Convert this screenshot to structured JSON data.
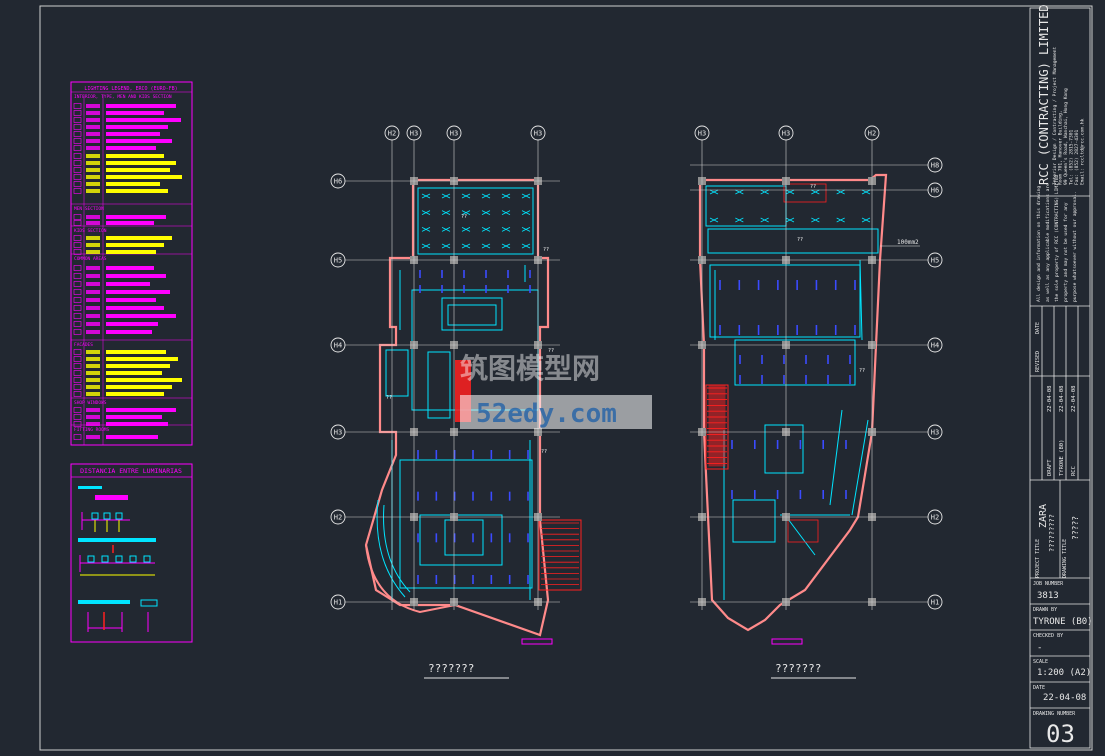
{
  "grids_left": {
    "top": [
      "H2",
      "H3",
      "H3",
      "H3"
    ],
    "side": [
      "H6",
      "H5",
      "H4",
      "H3",
      "H2",
      "H1"
    ]
  },
  "grids_right": {
    "top": [
      "H3",
      "H3",
      "H2"
    ],
    "side": [
      "H8",
      "H6",
      "H5",
      "H4",
      "H3",
      "H2",
      "H1"
    ]
  },
  "plan_labels": {
    "left": "???????",
    "right": "???????",
    "small_marks": [
      "??",
      "??",
      "??",
      "??",
      "??",
      "??",
      "??",
      "??"
    ],
    "cable_note": "100mm2"
  },
  "legend_lighting": {
    "title": "LIGHTING LEGEND, ERCO (EURO-FB)",
    "sections": [
      "INTERIOR, TYPE, MEN AND KIDS SECTION",
      "MEN SECTION",
      "KIDS SECTION",
      "COMMON AREAS",
      "FACADES",
      "SHOP WINDOWS",
      "FITTING ROOMS"
    ]
  },
  "legend_distance": {
    "title": "DISTANCIA ENTRE LUMINARIAS"
  },
  "watermark": {
    "line1": "筑图模型网",
    "line2": "52edy.com"
  },
  "title_block": {
    "company": "RCC (CONTRACTING) LIMITED",
    "company_sub": [
      "Interior Design / Contracting / Project Management",
      "Room 701, Hanover Building,",
      "99 Queen's Road, Wanchai, Hong Kong",
      "Tel: (852) 2815-7301",
      "Fax: (852) 2827-4301",
      "Email: rccltd@rcc.com.hk"
    ],
    "copyright": [
      "All design and information on this drawing",
      "as well as any applicable modifications are",
      "the sole property of RCC (CONTRACTING) LIMITED",
      "property and may not be used for any",
      "purpose whatsoever without our approval."
    ],
    "revised_header": "REVISED",
    "date_header": "DATE",
    "revisions": [
      {
        "by": "DRAFT",
        "date": "22-04-08"
      },
      {
        "by": "TYRONE (B0)",
        "date": "22-04-08"
      },
      {
        "by": "RCC",
        "date": "22-04-08"
      }
    ],
    "project_title_label": "PROJECT TITLE",
    "project_title": "ZARA",
    "project_subtitle": "?????????",
    "drawing_title_label": "DRAWING TITLE",
    "drawing_title": "?????",
    "job_number_label": "JOB NUMBER",
    "job_number": "3813",
    "drawn_by_label": "DRAWN BY",
    "drawn_by": "TYRONE (B0)",
    "checked_by_label": "CHECKED BY",
    "checked_by": "-",
    "scale_label": "SCALE",
    "scale": "1:200 (A2)",
    "date_label": "DATE",
    "date": "22-04-08",
    "drawing_number_label": "DRAWING NUMBER",
    "drawing_number": "03"
  },
  "colors": {
    "background": "#222831",
    "cyan": "#00e5ff",
    "magenta": "#ff00ff",
    "yellow": "#ffff00",
    "red": "#ff2020",
    "wall": "#ff8a8a",
    "grid": "#cfcfcf"
  }
}
